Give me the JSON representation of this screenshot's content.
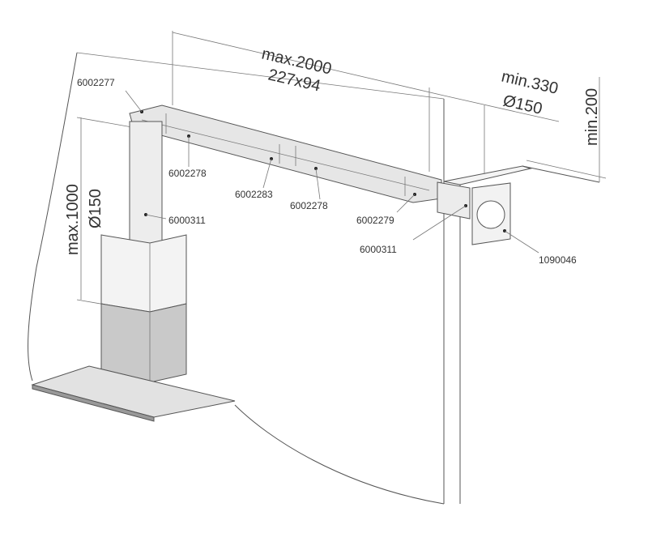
{
  "dimensions": {
    "max_length": "max.2000",
    "duct_size": "227x94",
    "min_offset": "min.330",
    "wall_diameter": "Ø150",
    "min_height": "min.200",
    "max_vertical": "max.1000",
    "vertical_diameter": "Ø150"
  },
  "parts": {
    "elbow_top": "6002277",
    "duct_1": "6002278",
    "connector": "6002283",
    "duct_2": "6002278",
    "elbow_end": "6002279",
    "pipe_vertical": "6000311",
    "pipe_wall": "6000311",
    "wall_grille": "1090046"
  }
}
